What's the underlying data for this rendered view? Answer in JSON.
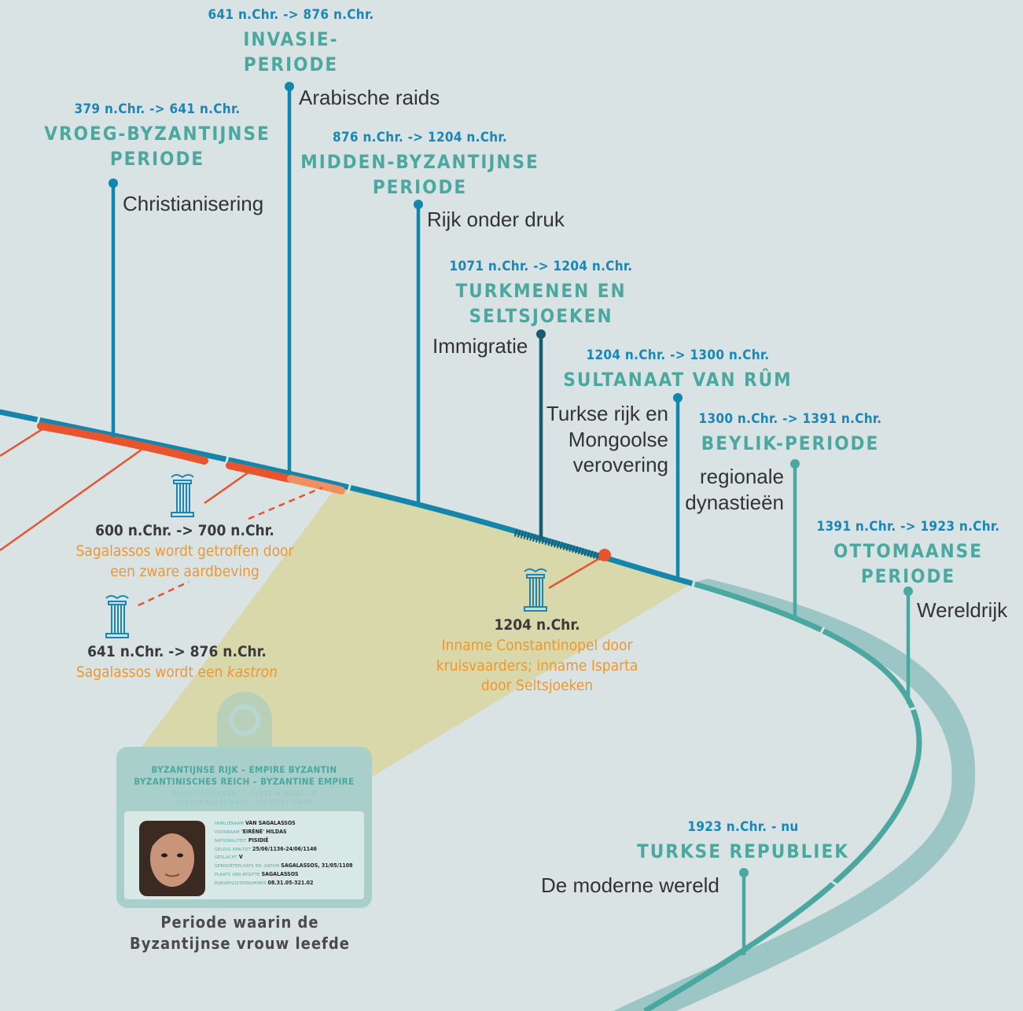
{
  "periods": [
    {
      "date": "379 n.Chr. -> 641 n.Chr.",
      "title": "VROEG-BYZANTIJNSE PERIODE",
      "desc": "Christianisering"
    },
    {
      "date": "641 n.Chr. -> 876 n.Chr.",
      "title": "INVASIE-PERIODE",
      "title_line1": "INVASIE-",
      "title_line2": "PERIODE",
      "desc": "Arabische raids"
    },
    {
      "date": "876 n.Chr. -> 1204 n.Chr.",
      "title_line1": "MIDDEN-BYZANTIJNSE",
      "title_line2": "PERIODE",
      "desc": "Rijk onder druk"
    },
    {
      "date": "1071 n.Chr. -> 1204 n.Chr.",
      "title_line1": "TURKMENEN EN",
      "title_line2": "SELTSJOEKEN",
      "desc": "Immigratie"
    },
    {
      "date": "1204 n.Chr. -> 1300 n.Chr.",
      "title": "SULTANAAT VAN RÛM",
      "desc_line1": "Turkse rijk en",
      "desc_line2": "Mongoolse",
      "desc_line3": "verovering"
    },
    {
      "date": "1300 n.Chr. -> 1391 n.Chr.",
      "title": "BEYLIK-PERIODE",
      "desc_line1": "regionale",
      "desc_line2": "dynastieën"
    },
    {
      "date": "1391 n.Chr. -> 1923 n.Chr.",
      "title_line1": "OTTOMAANSE",
      "title_line2": "PERIODE",
      "desc": "Wereldrijk"
    },
    {
      "date": "1923 n.Chr. - nu",
      "title": "TURKSE REPUBLIEK",
      "desc": "De moderne wereld"
    }
  ],
  "periods_vroeg_title_line1": "VROEG-BYZANTIJNSE",
  "periods_vroeg_title_line2": "PERIODE",
  "events": [
    {
      "date": "600 n.Chr. -> 700 n.Chr.",
      "text_line1": "Sagalassos wordt getroffen door",
      "text_line2": "een zware aardbeving"
    },
    {
      "date": "641 n.Chr. -> 876 n.Chr.",
      "text_prefix": "Sagalassos wordt een ",
      "text_italic": "kastron"
    },
    {
      "date": "1204 n.Chr.",
      "text_line1": "Inname Constantinopel door",
      "text_line2": "kruisvaarders; inname Isparta",
      "text_line3": "door Seltsjoeken"
    }
  ],
  "id_card": {
    "header_line1": "BYZANTIJNSE RIJK – EMPIRE BYZANTIN",
    "header_line2": "BYZANTINISCHES REICH – BYZANTINE EMPIRE",
    "sub_line1": "IDENTITEITSKAART • CARTE D'IDENTITÉ",
    "sub_line2": "PERSONALAUSWEIS • IDENTITY CARD",
    "fields": [
      {
        "key": "FAMILIENAAM",
        "value": "VAN SAGALASSOS"
      },
      {
        "key": "VOORNAAM",
        "value": "'EIRÈNÈ' HILDAS"
      },
      {
        "key": "NATIONALITEIT",
        "value": "PISIDIË"
      },
      {
        "key": "GELDIG VAN-TOT",
        "value": "25/06/1136-24/06/1146"
      },
      {
        "key": "GESLACHT",
        "value": "V"
      },
      {
        "key": "GEBOORTEPLAATS EN -DATUM",
        "value": "SAGALASSOS, 31/05/1108"
      },
      {
        "key": "PLAATS VAN AFGIFTE",
        "value": "SAGALASSOS"
      },
      {
        "key": "RIJKSREGISTERNUMMER",
        "value": "08.31.05-321.02"
      }
    ],
    "caption_line1": "Periode waarin de",
    "caption_line2": "Byzantijnse vrouw leefde"
  },
  "colors": {
    "background": "#d9e3e4",
    "timeline_blue": "#1486ac",
    "timeline_teal": "#4aa8a0",
    "band": "#9cc6c5",
    "event_red": "#e8542e",
    "event_orange": "#f0962e",
    "date_blue": "#1a86b8",
    "title_teal": "#4aa8a0",
    "dark_teal": "#1a5c6e"
  },
  "icons": [
    "column-icon",
    "id-card-photo",
    "lanyard-icon"
  ]
}
